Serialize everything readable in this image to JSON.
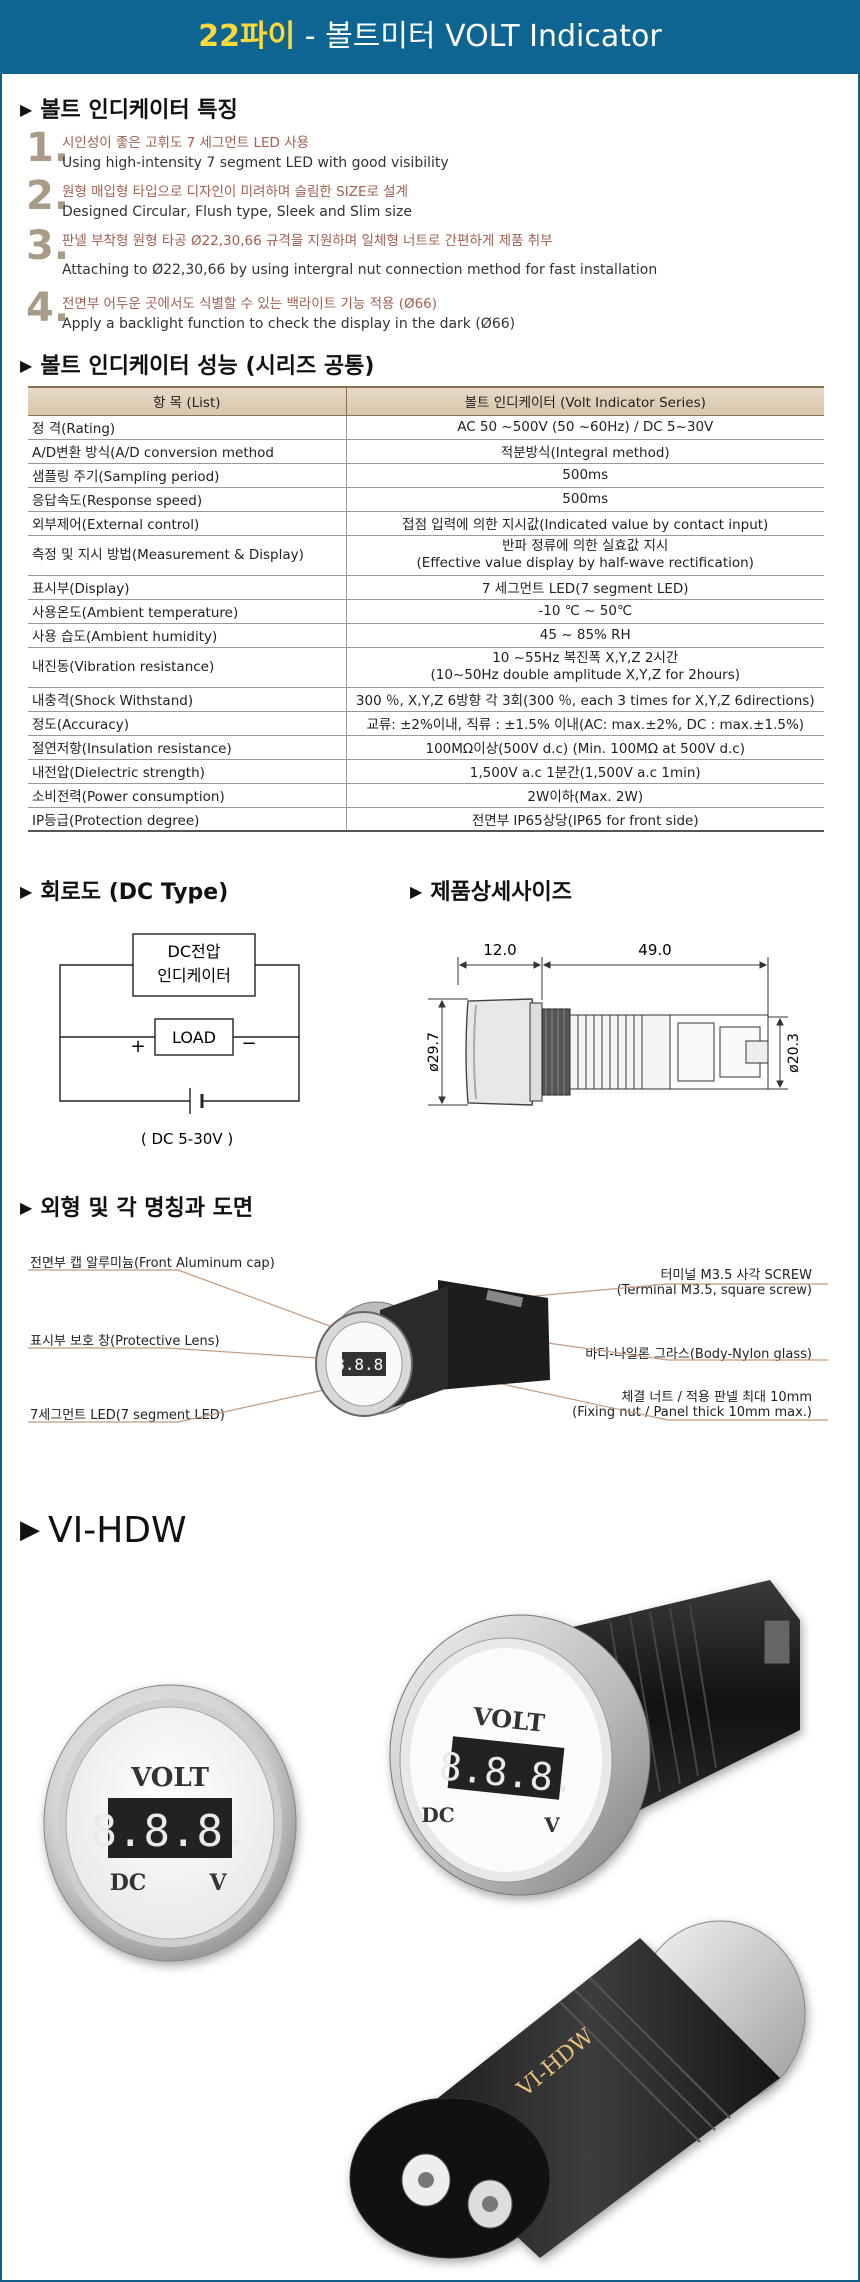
{
  "header": {
    "accent": "22파이",
    "title": " - 볼트미터 VOLT Indicator"
  },
  "features": {
    "title": "볼트 인디케이터 특징",
    "items": [
      {
        "num": "1.",
        "ko": "시인성이 좋은 고휘도 7 세그먼트 LED  사용",
        "en": "Using high-intensity 7 segment LED with good visibility"
      },
      {
        "num": "2.",
        "ko": "원형 매입형  타입으로 디자인이 미려하며 슬림한 SIZE로 설계",
        "en": "Designed Circular, Flush type, Sleek and Slim size"
      },
      {
        "num": "3.",
        "ko": "판넬 부착형 원형 타공 Ø22,30,66 규격을 지원하며 일체형 너트로 간편하게 제품 취부",
        "en": "Attaching to Ø22,30,66 by using intergral nut connection method for fast installation"
      },
      {
        "num": "4.",
        "ko": "전면부 어두운 곳에서도 식별할 수 있는 백라이트 기능 적용 (Ø66)",
        "en": "Apply a backlight function to check the display in the dark (Ø66)"
      }
    ]
  },
  "performance": {
    "title": "볼트 인디케이터 성능 (시리즈 공통)",
    "head": [
      "항  목 (List)",
      "볼트 인디케이터 (Volt Indicator Series)"
    ],
    "rows": [
      {
        "item": "정 격(Rating)",
        "value": "AC 50 ~500V (50 ~60Hz) / DC 5~30V"
      },
      {
        "item": "A/D변환 방식(A/D conversion method",
        "value": "적분방식(Integral method)"
      },
      {
        "item": "샘플링 주기(Sampling period)",
        "value": "500ms"
      },
      {
        "item": "응답속도(Response speed)",
        "value": "500ms"
      },
      {
        "item": "외부제어(External control)",
        "value": "접점 입력에 의한 지시값(Indicated value by contact input)"
      },
      {
        "item": "측정 및 지시 방법(Measurement & Display)",
        "value": "반파 정류에 의한 실효값 지시",
        "value2": "(Effective value display by half-wave rectification)"
      },
      {
        "item": " 표시부(Display)",
        "value": "7 세그먼트 LED(7 segment LED)"
      },
      {
        "item": "사용온도(Ambient temperature)",
        "value": "-10 ℃ ~ 50℃"
      },
      {
        "item": "사용 습도(Ambient humidity)",
        "value": "45 ~ 85% RH"
      },
      {
        "item": "내진동(Vibration resistance)",
        "value": "10 ~55Hz 복진폭 X,Y,Z 2시간",
        "value2": "(10~50Hz double amplitude X,Y,Z for 2hours)"
      },
      {
        "item": "내충격(Shock Withstand)",
        "value": "300 ％, X,Y,Z 6방향 각 3회(300 ％, each 3 times for X,Y,Z 6directions)"
      },
      {
        "item": "정도(Accuracy)",
        "value": "교류: ±2%이내, 직류 : ±1.5% 이내(AC: max.±2%, DC : max.±1.5%)"
      },
      {
        "item": "절연저항(Insulation resistance)",
        "value": "100MΩ이상(500V d.c) (Min. 100MΩ at 500V d.c)"
      },
      {
        "item": "내전압(Dielectric strength)",
        "value": "1,500V a.c 1분간(1,500V a.c 1min)"
      },
      {
        "item": "소비전력(Power consumption)",
        "value": "2W이하(Max. 2W)"
      },
      {
        "item": " IP등급(Protection degree)",
        "value": "전면부 IP65상당(IP65 for front side)"
      }
    ]
  },
  "circuit": {
    "title": "회로도 (DC Type)",
    "box_line1": "DC전압",
    "box_line2": "인디케이터",
    "load": "LOAD",
    "plus": "+",
    "minus": "−",
    "caption": "( DC 5-30V )"
  },
  "size": {
    "title": "제품상세사이즈",
    "dim_front": "12.0",
    "dim_body": "49.0",
    "dia_front": "ø29.7",
    "dia_body": "ø20.3"
  },
  "parts": {
    "title": "외형 및 각 명칭과 도면",
    "left": [
      "전면부 캡 알루미늄(Front Aluminum cap)",
      "표시부 보호 창(Protective Lens)",
      "7세그먼트 LED(7 segment LED)"
    ],
    "right1_a": "터미널 M3.5 사각 SCREW",
    "right1_b": "(Terminal M3.5, square screw)",
    "right2": "바디-나일론 그라스(Body-Nylon glass)",
    "right3_a": "체결 너트 / 적용 판넬 최대 10mm",
    "right3_b": "(Fixing nut / Panel thick 10mm max.)"
  },
  "model": {
    "title": "VI-HDW",
    "face_label": "VOLT",
    "dc": "DC",
    "v": "V",
    "digits": "8.8.8.",
    "rear_text": "VI-HDW"
  },
  "colors": {
    "banner": "#0e6591",
    "accent": "#ffd83a",
    "feature_number": "#aa9a88",
    "feature_korean": "#a06050"
  }
}
